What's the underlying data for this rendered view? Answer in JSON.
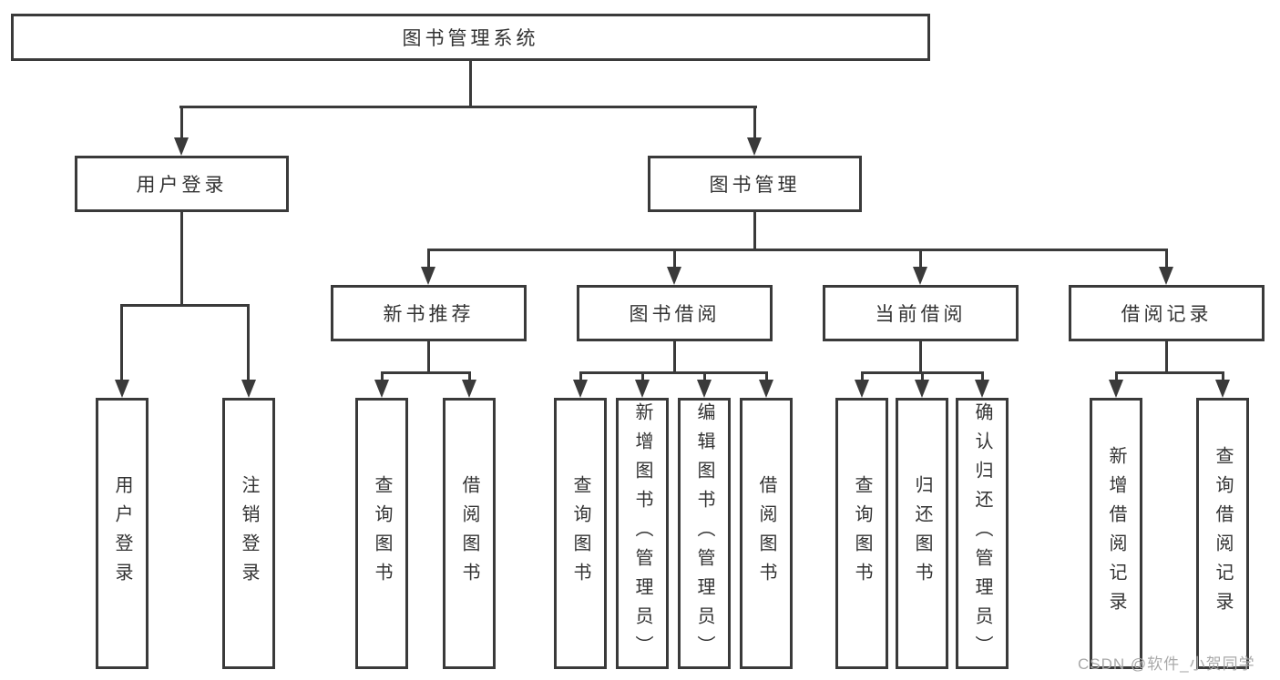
{
  "tree": {
    "label": "图书管理系统",
    "children": [
      {
        "label": "用户登录",
        "children": [
          {
            "label": "用户登录"
          },
          {
            "label": "注销登录"
          }
        ]
      },
      {
        "label": "图书管理",
        "children": [
          {
            "label": "新书推荐",
            "children": [
              {
                "label": "查询图书"
              },
              {
                "label": "借阅图书"
              }
            ]
          },
          {
            "label": "图书借阅",
            "children": [
              {
                "label": "查询图书"
              },
              {
                "label": "新增图书（管理员）"
              },
              {
                "label": "编辑图书（管理员）"
              },
              {
                "label": "借阅图书"
              }
            ]
          },
          {
            "label": "当前借阅",
            "children": [
              {
                "label": "查询图书"
              },
              {
                "label": "归还图书"
              },
              {
                "label": "确认归还（管理员）"
              }
            ]
          },
          {
            "label": "借阅记录",
            "children": [
              {
                "label": "新增借阅记录"
              },
              {
                "label": "查询借阅记录"
              }
            ]
          }
        ]
      }
    ]
  },
  "watermark": "CSDN @软件_小贺同学",
  "colors": {
    "line": "#3a3a3a",
    "text": "#333333",
    "background": "#ffffff",
    "watermark": "#a9a9a9"
  }
}
